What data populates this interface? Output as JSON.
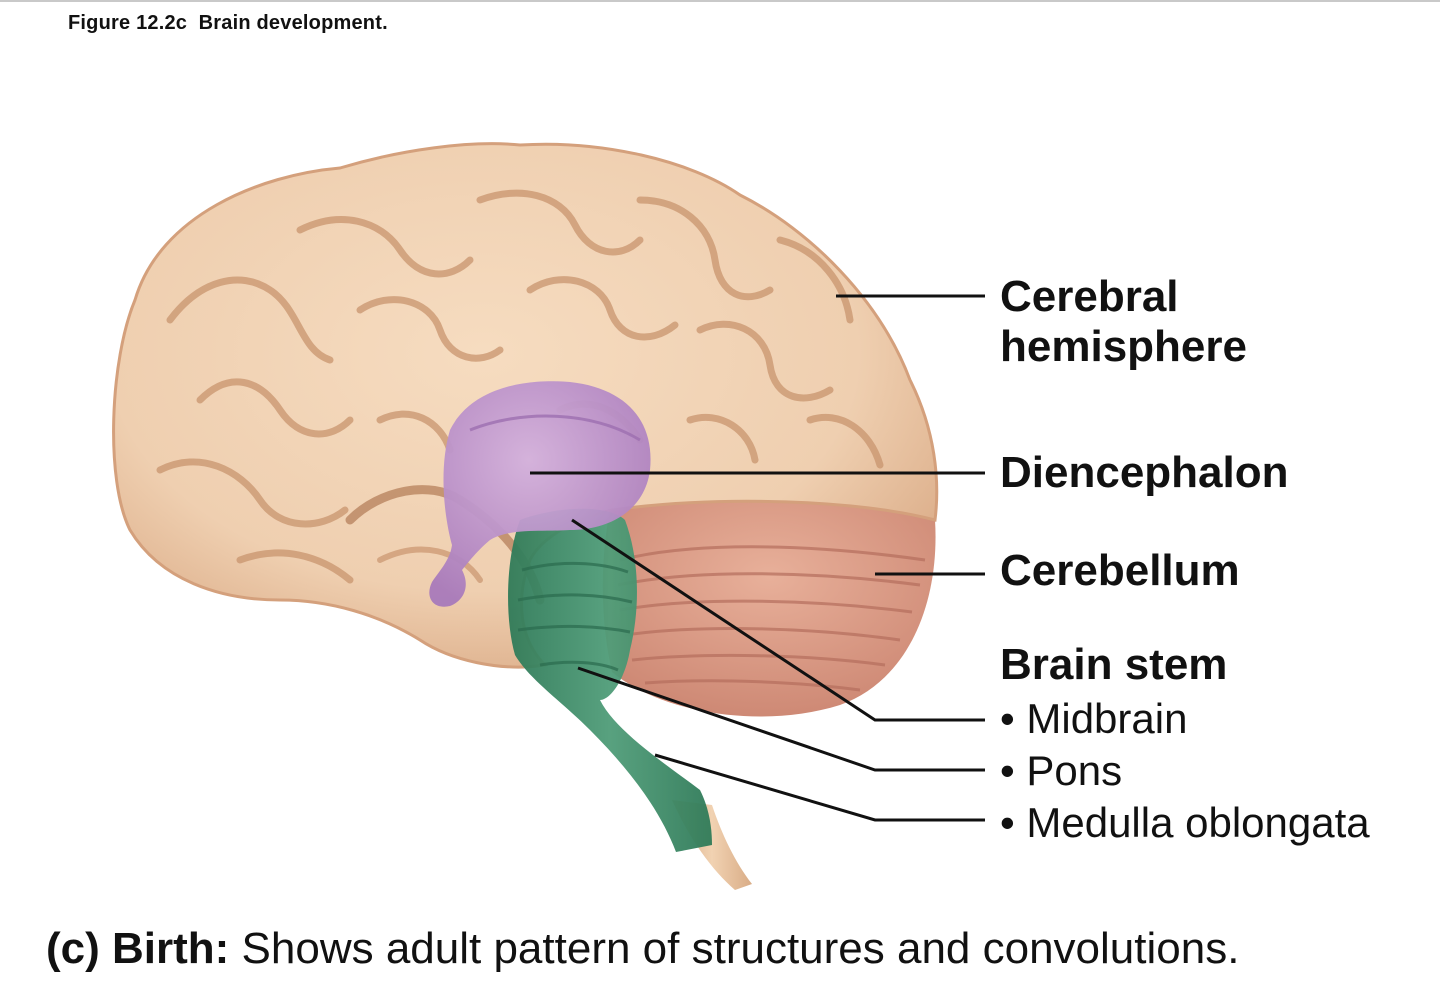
{
  "figure": {
    "title": "Figure 12.2c  Brain development."
  },
  "labels": {
    "cerebral_hemisphere_line1": "Cerebral",
    "cerebral_hemisphere_line2": "hemisphere",
    "diencephalon": "Diencephalon",
    "cerebellum": "Cerebellum",
    "brain_stem": "Brain stem",
    "midbrain": "• Midbrain",
    "pons": "• Pons",
    "medulla": "• Medulla oblongata"
  },
  "caption": {
    "lead": "(c) Birth:",
    "text": " Shows adult pattern of structures and convolutions."
  },
  "colors": {
    "cerebrum": "#efcfb0",
    "cerebrum_shadow": "#d9a884",
    "sulci": "#c9946e",
    "diencephalon": "#b88bc8",
    "cerebellum": "#dc9a86",
    "brain_stem": "#3f8d6a",
    "spinal_cord": "#e8c3a0",
    "leader_line": "#111111"
  }
}
